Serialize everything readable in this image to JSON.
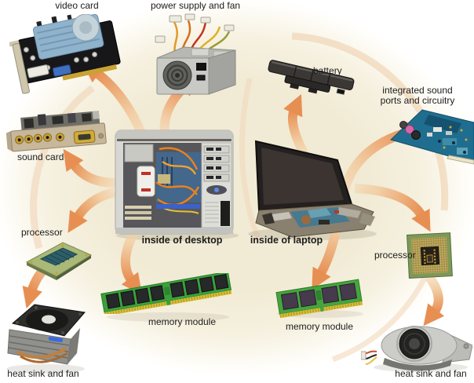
{
  "hubs": {
    "desktop": {
      "label": "inside of desktop"
    },
    "laptop": {
      "label": "inside of laptop"
    }
  },
  "desktop_components": {
    "video_card": {
      "label": "video card"
    },
    "power_supply": {
      "label": "power supply and fan"
    },
    "sound_card": {
      "label": "sound card"
    },
    "processor": {
      "label": "processor"
    },
    "memory_module": {
      "label": "memory module"
    },
    "heat_sink": {
      "label": "heat sink and fan"
    }
  },
  "laptop_components": {
    "battery": {
      "label": "battery"
    },
    "integrated_sound": {
      "label_line1": "integrated sound",
      "label_line2": "ports and circuitry"
    },
    "processor": {
      "label": "processor"
    },
    "memory_module": {
      "label": "memory module"
    },
    "heat_sink": {
      "label": "heat sink and fan"
    }
  },
  "colors": {
    "background_center": "#f1ebd5",
    "background_edge": "#ffffff",
    "arrow_tail": "#f2cfa6",
    "arrow_head": "#e78f52",
    "label_text": "#1c1c1c"
  }
}
